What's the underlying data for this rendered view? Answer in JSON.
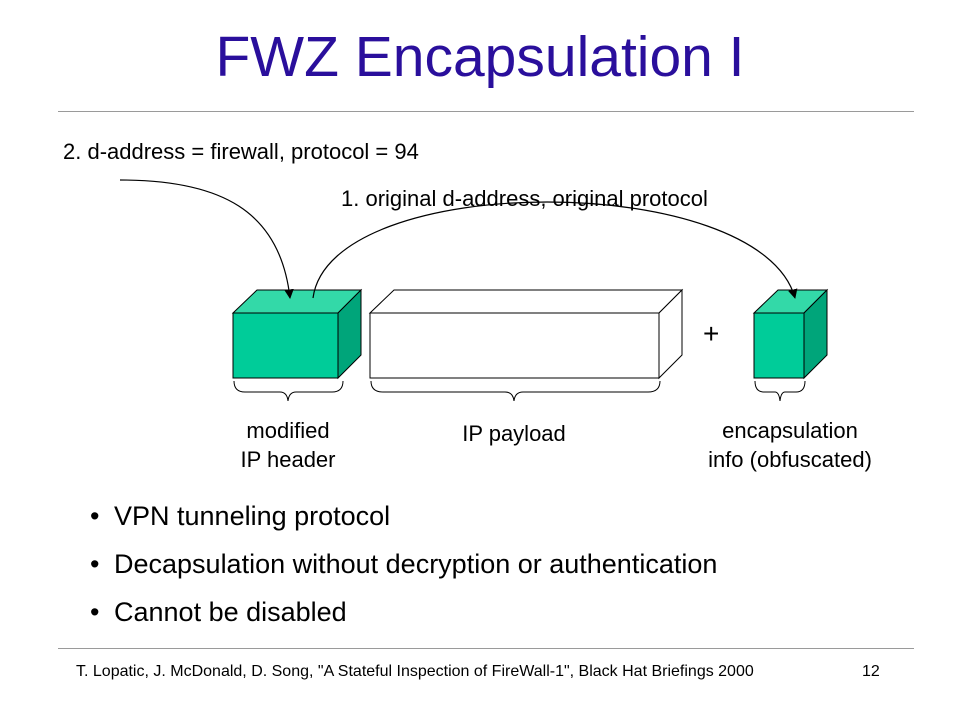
{
  "title": "FWZ Encapsulation I",
  "colors": {
    "title": "#2a0f9c",
    "box_front": "#00cc99",
    "box_top": "#33d9a8",
    "box_side": "#00a57a",
    "payload": "#ffffff",
    "edges": "#000000",
    "rules": "#9a9a9a"
  },
  "diagram": {
    "step2_label": "2. d-address = firewall, protocol = 94",
    "step1_label": "1. original d-address, original protocol",
    "plus_sign": "+",
    "captions": {
      "header_line1": "modified",
      "header_line2": "IP header",
      "payload": "IP payload",
      "encap_line1": "encapsulation",
      "encap_line2": "info (obfuscated)"
    }
  },
  "bullets": [
    "VPN tunneling protocol",
    "Decapsulation without decryption or authentication",
    "Cannot be disabled"
  ],
  "bullet_symbol": "•",
  "footer": {
    "citation": "T. Lopatic, J. McDonald, D. Song, \"A Stateful Inspection of FireWall-1\", Black Hat Briefings 2000",
    "page_number": "12"
  }
}
